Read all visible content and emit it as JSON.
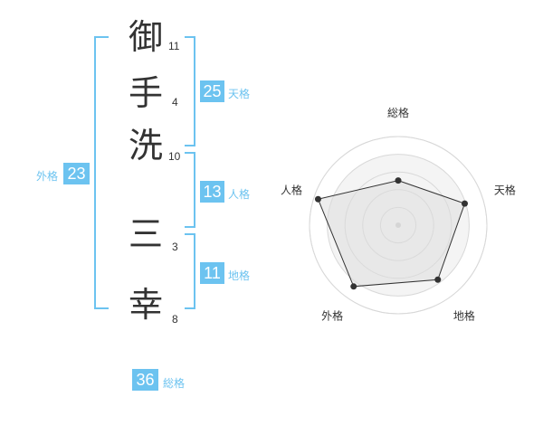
{
  "name": {
    "chars": [
      {
        "char": "御",
        "strokes": "11"
      },
      {
        "char": "手",
        "strokes": "4"
      },
      {
        "char": "洗",
        "strokes": "10"
      },
      {
        "char": "三",
        "strokes": "3"
      },
      {
        "char": "幸",
        "strokes": "8"
      }
    ]
  },
  "fortunes": {
    "tenkaku": {
      "label": "天格",
      "value": "25"
    },
    "jinkaku": {
      "label": "人格",
      "value": "13"
    },
    "chikaku": {
      "label": "地格",
      "value": "11"
    },
    "gaikaku": {
      "label": "外格",
      "value": "23"
    },
    "soukaku": {
      "label": "総格",
      "value": "36"
    }
  },
  "colors": {
    "accent": "#6cc3f0",
    "text": "#333333"
  },
  "chart_data": {
    "type": "radar",
    "axes": [
      "総格",
      "天格",
      "地格",
      "外格",
      "人格"
    ],
    "values": [
      0.53,
      0.83,
      0.8,
      0.9,
      1.0
    ],
    "range": [
      0,
      1
    ],
    "grid_rings": 5,
    "grid": true
  }
}
